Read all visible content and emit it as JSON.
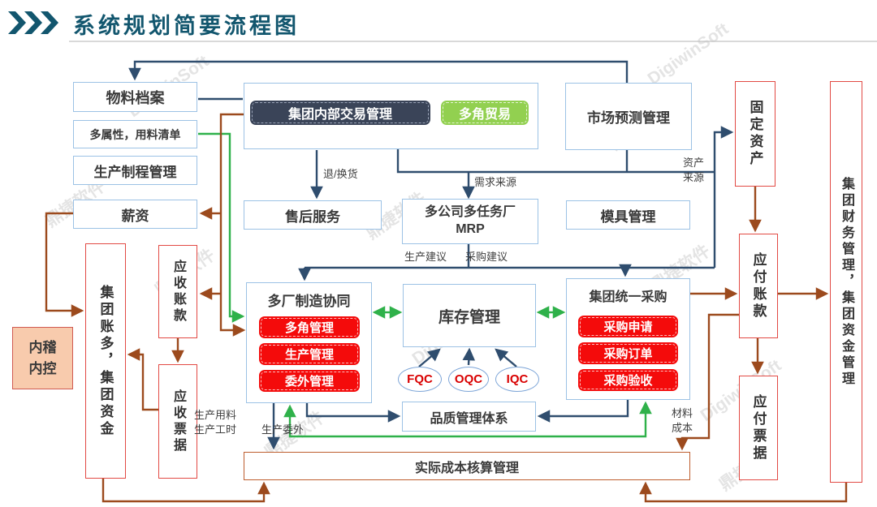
{
  "title": "系统规划简要流程图",
  "watermark": {
    "latin": "DigiwinSoft",
    "cjk": "鼎捷软件"
  },
  "colors": {
    "title": "#12566e",
    "box_border_blue": "#9cc2e5",
    "box_border_red": "#e24a44",
    "cost_border": "#bd5d2e",
    "flow_navy": "#2f4d6e",
    "flow_green": "#2fb14a",
    "flow_brown": "#9c4a1d",
    "pill_dark_bg": "#3a4458",
    "pill_green_bg": "#92d050",
    "button_red_bg": "#f40b0b",
    "audit_bg": "#f8cbad"
  },
  "nodes": {
    "material_archive": "物料档案",
    "attr_bom": "多属性，用料清单",
    "process_mgmt": "生产制程管理",
    "salary": "薪资",
    "internal_trade": "集团内部交易管理",
    "multi_angle_trade": "多角贸易",
    "market_forecast": "市场预测管理",
    "after_sales": "售后服务",
    "mrp_line1": "多公司多任务厂",
    "mrp_line2": "MRP",
    "mold_mgmt": "模具管理",
    "fixed_assets": "固定资产",
    "group_finance": "集团财务管理，集团资金管理",
    "accounts_payable": "应付账款",
    "notes_payable": "应付票据",
    "group_accounts": "集团账多，集团资金",
    "accounts_receivable": "应收账款",
    "notes_receivable": "应收票据",
    "internal_audit": "内稽内控",
    "multi_plant": "多厂制造协同",
    "multi_plant_items": [
      "多角管理",
      "生产管理",
      "委外管理"
    ],
    "inventory": "库存管理",
    "group_purchase": "集团统一采购",
    "group_purchase_items": [
      "采购申请",
      "采购订单",
      "采购验收"
    ],
    "qc": [
      "FQC",
      "OQC",
      "IQC"
    ],
    "quality_system": "品质管理体系",
    "cost_accounting": "实际成本核算管理"
  },
  "edge_labels": {
    "return_exchange": "退/换货",
    "demand_source": "需求来源",
    "asset_source": "资产来源",
    "production_advice": "生产建议",
    "purchase_advice": "采购建议",
    "production_material": "生产用料",
    "production_hours": "生产工时",
    "production_outsource": "生产委外",
    "material_cost": "材料成本"
  }
}
